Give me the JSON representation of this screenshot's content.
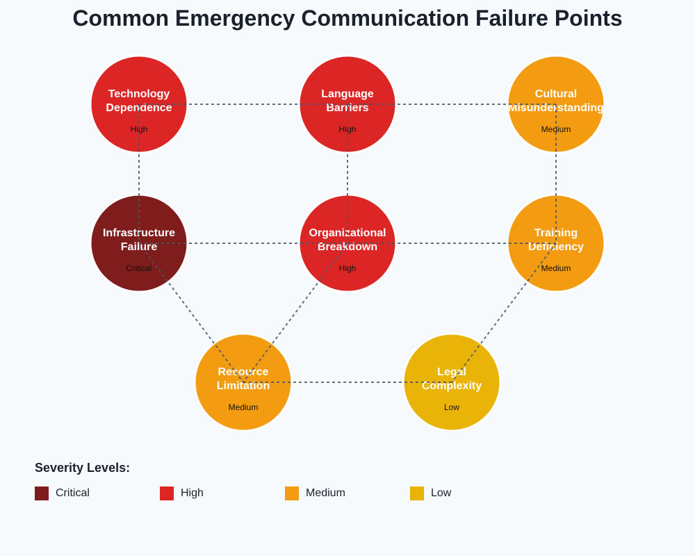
{
  "title": "Common Emergency Communication Failure Points",
  "colors": {
    "critical": "#7f1d1d",
    "high": "#dc2626",
    "medium": "#f39c12",
    "low": "#eab308",
    "connector": "#4a5568"
  },
  "nodes": [
    {
      "id": "technology",
      "lines": [
        "Technology",
        "Dependence"
      ],
      "severity": "High",
      "level": "high"
    },
    {
      "id": "language",
      "lines": [
        "Language",
        "Barriers"
      ],
      "severity": "High",
      "level": "high"
    },
    {
      "id": "cultural",
      "lines": [
        "Cultural",
        "Misunderstanding"
      ],
      "severity": "Medium",
      "level": "medium"
    },
    {
      "id": "infrastructure",
      "lines": [
        "Infrastructure",
        "Failure"
      ],
      "severity": "Critical",
      "level": "critical"
    },
    {
      "id": "organizational",
      "lines": [
        "Organizational",
        "Breakdown"
      ],
      "severity": "High",
      "level": "high"
    },
    {
      "id": "training",
      "lines": [
        "Training",
        "Deficiency"
      ],
      "severity": "Medium",
      "level": "medium"
    },
    {
      "id": "resource",
      "lines": [
        "Resource",
        "Limitation"
      ],
      "severity": "Medium",
      "level": "medium"
    },
    {
      "id": "legal",
      "lines": [
        "Legal",
        "Complexity"
      ],
      "severity": "Low",
      "level": "low"
    }
  ],
  "connections": [
    [
      "technology",
      "language"
    ],
    [
      "language",
      "cultural"
    ],
    [
      "technology",
      "infrastructure"
    ],
    [
      "language",
      "organizational"
    ],
    [
      "cultural",
      "training"
    ],
    [
      "infrastructure",
      "organizational"
    ],
    [
      "organizational",
      "training"
    ],
    [
      "infrastructure",
      "resource"
    ],
    [
      "organizational",
      "resource"
    ],
    [
      "resource",
      "legal"
    ],
    [
      "training",
      "legal"
    ]
  ],
  "legend": {
    "title": "Severity Levels:",
    "items": [
      {
        "label": "Critical",
        "level": "critical"
      },
      {
        "label": "High",
        "level": "high"
      },
      {
        "label": "Medium",
        "level": "medium"
      },
      {
        "label": "Low",
        "level": "low"
      }
    ]
  }
}
